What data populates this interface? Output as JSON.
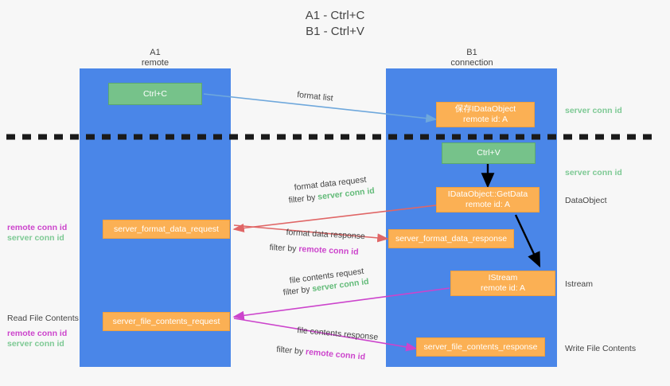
{
  "title": {
    "line1": "A1 - Ctrl+C",
    "line2": "B1 - Ctrl+V"
  },
  "lanes": [
    {
      "name": "A1",
      "sub": "remote"
    },
    {
      "name": "B1",
      "sub": "connection"
    }
  ],
  "boxes": {
    "ctrl_c": "Ctrl+C",
    "ctrl_v": "Ctrl+V",
    "save_idataobject_l1": "保存IDataObject",
    "save_idataobject_l2": "remote id: A",
    "getdata_l1": "IDataObject::GetData",
    "getdata_l2": "remote id: A",
    "istream_l1": "IStream",
    "istream_l2": "remote id: A",
    "server_format_data_request": "server_format_data_request",
    "server_format_data_response": "server_format_data_response",
    "server_file_contents_request": "server_file_contents_request",
    "server_file_contents_response": "server_file_contents_response"
  },
  "arrow_labels": {
    "format_list": "format list",
    "format_data_request": "format data request",
    "format_data_request_filter_pre": "filter by ",
    "format_data_request_filter_key": "server conn id",
    "format_data_response": "format data response",
    "format_data_response_filter_pre": "filter by ",
    "format_data_response_filter_key": "remote conn id",
    "file_contents_request": "file contents request",
    "file_contents_request_filter_pre": "filter by ",
    "file_contents_request_filter_key": "server conn id",
    "file_contents_response": "file contents response",
    "file_contents_response_filter_pre": "filter by ",
    "file_contents_response_filter_key": "remote conn id"
  },
  "right_labels": {
    "server_conn_id_top": "server conn id",
    "server_conn_id_second": "server conn id",
    "dataobject": "DataObject",
    "istream": "Istream",
    "write_file_contents": "Write File Contents"
  },
  "left_labels": {
    "remote_conn_id_1": "remote conn id",
    "server_conn_id_1": "server conn id",
    "read_file_contents": "Read File Contents",
    "remote_conn_id_2": "remote conn id",
    "server_conn_id_2": "server conn id"
  },
  "colors": {
    "lane": "#4a86e8",
    "green_box": "#76c28a",
    "orange_box": "#fbb054",
    "blue_arrow": "#6fa8dc",
    "red_arrow": "#e06666",
    "magenta_arrow": "#cc44cc",
    "black_arrow": "#000000",
    "green_text": "#63bb79",
    "magenta_text": "#cc44cc",
    "background": "#f7f7f7"
  }
}
